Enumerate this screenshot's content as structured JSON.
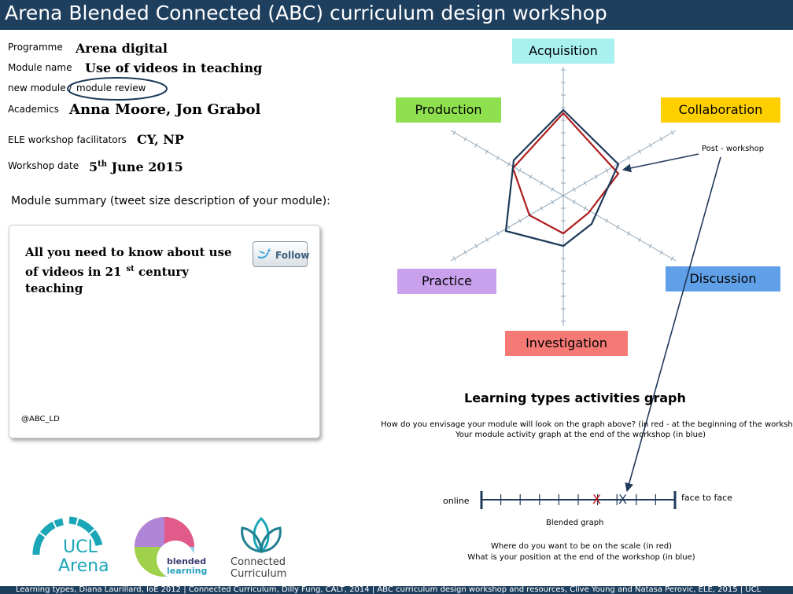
{
  "header": {
    "title": "Arena Blended Connected (ABC) curriculum design workshop"
  },
  "form": {
    "programme_label": "Programme",
    "programme_value": "Arena digital",
    "module_label": "Module name",
    "module_value": "Use of videos in teaching",
    "new_module_label": "new module /",
    "module_review_label": "module review",
    "academics_label": "Academics",
    "academics_value": "Anna Moore, Jon Grabol",
    "facilitators_label": "ELE workshop facilitators",
    "facilitators_value": "CY, NP",
    "date_label": "Workshop date",
    "date_day": "5",
    "date_suffix": "th",
    "date_rest": "June 2015",
    "summary_label": "Module summary (tweet size description of your module):"
  },
  "tweet": {
    "line1": "All you need to know about use",
    "line2_a": "of videos in 21",
    "line2_sup": "st",
    "line2_b": "century",
    "line3": "teaching",
    "follow_label": "Follow",
    "handle": "@ABC_LD"
  },
  "radar": {
    "labels": {
      "acquisition": "Acquisition",
      "production": "Production",
      "collaboration": "Collaboration",
      "practice": "Practice",
      "discussion": "Discussion",
      "investigation": "Investigation"
    },
    "annotation": "Post - workshop",
    "title": "Learning types activities graph",
    "caption1": "How do you envisage your module will look on the graph above? (in red - at the beginning of the workshop)",
    "caption2": "Your module activity graph at the end of the workshop (in blue)",
    "colors": {
      "pre": "#b01e1e",
      "post": "#1f3a5a"
    }
  },
  "scale": {
    "left_label": "online",
    "right_label": "face to face",
    "title": "Blended graph",
    "mark_red": "X",
    "mark_blue": "X",
    "caption1": "Where do you want to be on the scale (in red)",
    "caption2": "What is your position at the end of the workshop (in blue)"
  },
  "logos": {
    "ucl_line1": "UCL",
    "ucl_line2": "Arena",
    "blended_line1": "blended",
    "blended_line2": "learning",
    "connected_line1": "Connected",
    "connected_line2": "Curriculum"
  },
  "footer": {
    "text": "Learning types, Diana Laurillard, IoE 2012 | Connected Curriculum, Dilly Fung, CALT, 2014 | ABC curriculum design workshop and resources, Clive Young and Natasa Perovic, ELE, 2015 | UCL"
  }
}
